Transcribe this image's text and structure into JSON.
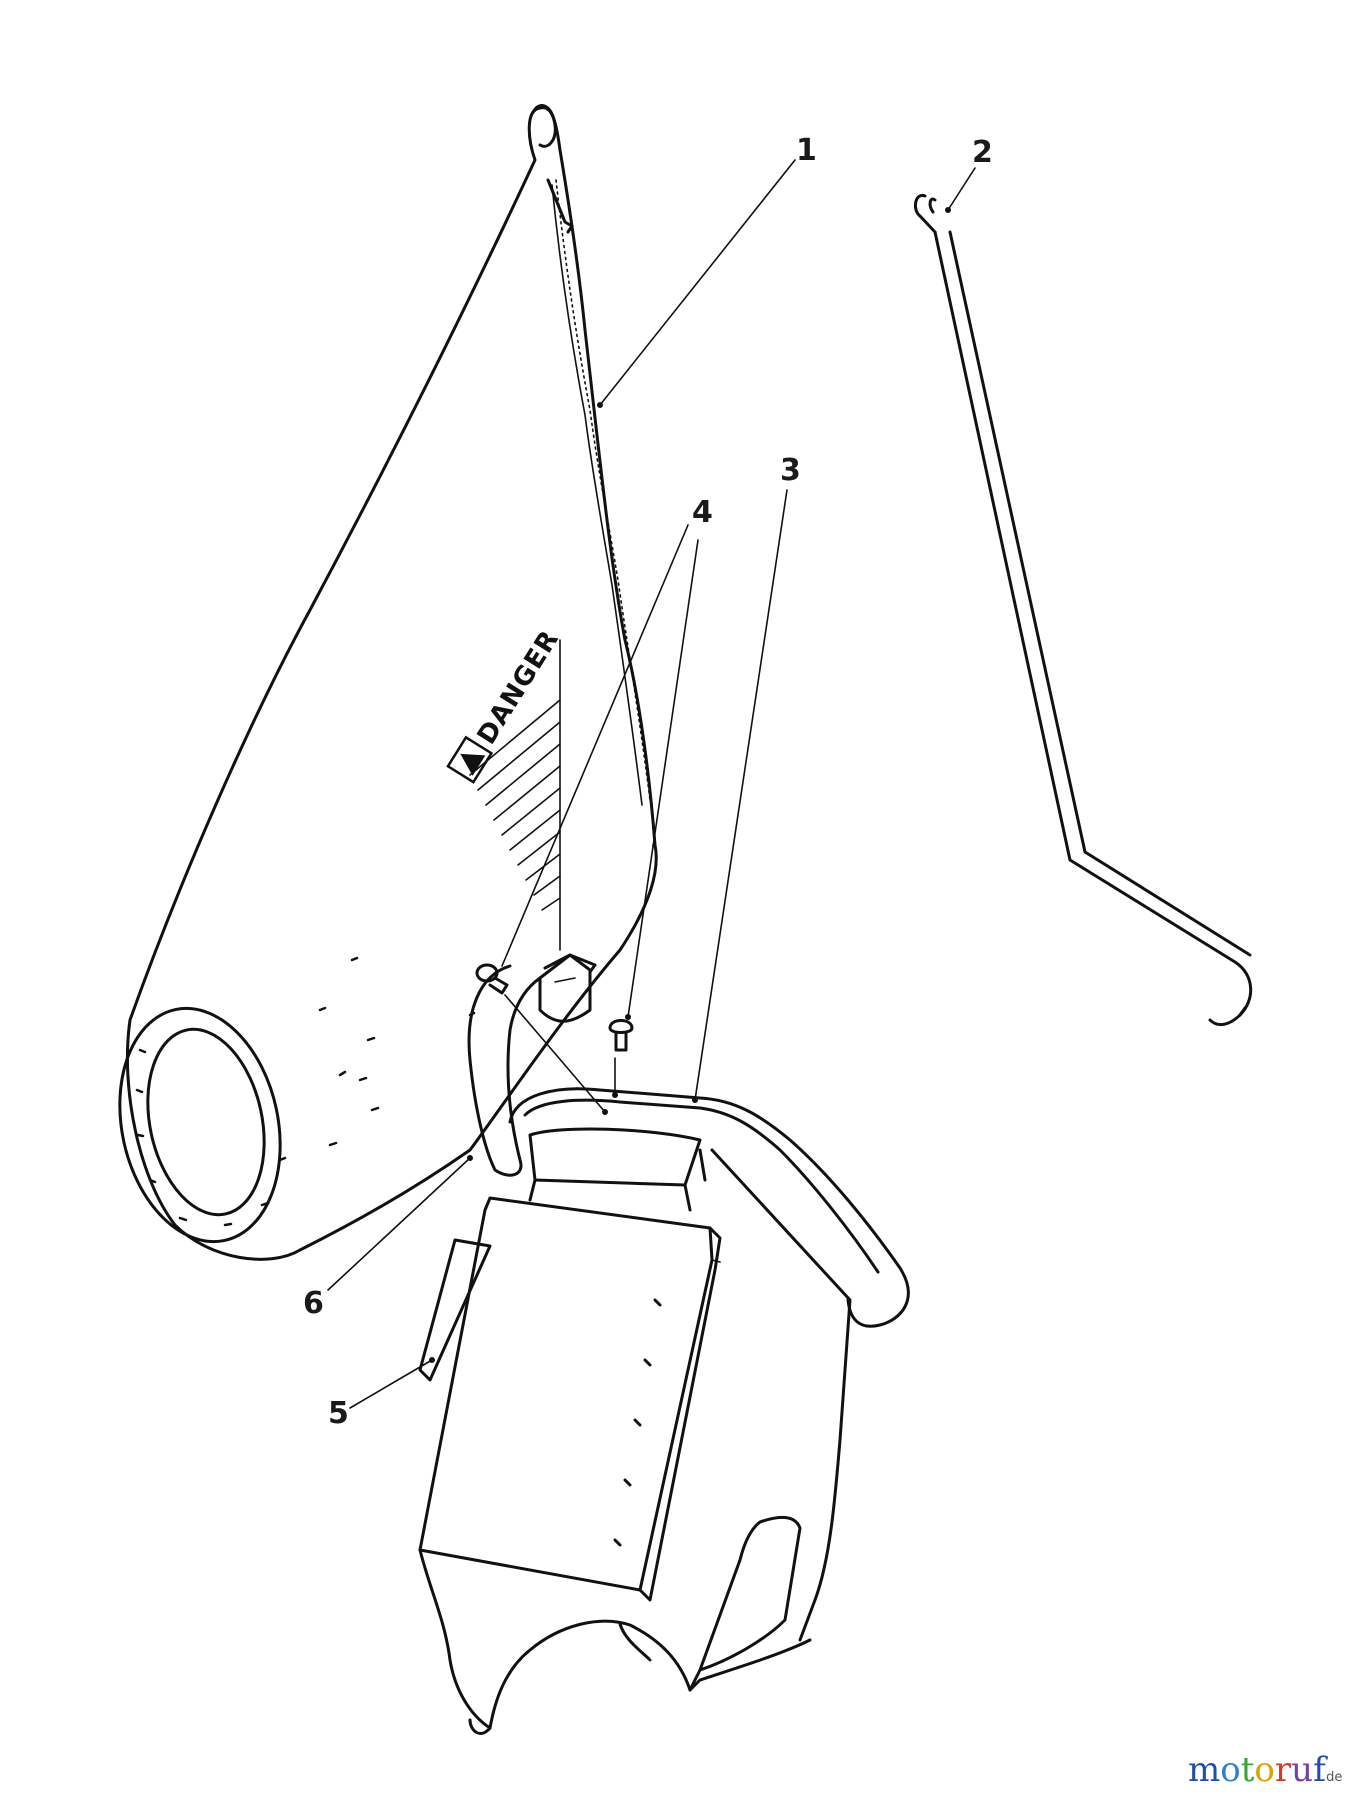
{
  "diagram": {
    "callouts": [
      {
        "id": "1",
        "label": "1"
      },
      {
        "id": "2",
        "label": "2"
      },
      {
        "id": "3",
        "label": "3"
      },
      {
        "id": "4",
        "label": "4"
      },
      {
        "id": "5",
        "label": "5"
      },
      {
        "id": "6",
        "label": "6"
      }
    ],
    "bag_warning_label": "DANGER"
  },
  "watermark": {
    "letters": [
      "m",
      "o",
      "t",
      "o",
      "r",
      "u",
      "f"
    ],
    "suffix": ".de",
    "colors": [
      "#1f4fa8",
      "#2f7fc9",
      "#3aa23a",
      "#d9a400",
      "#d83a2a",
      "#7a3fa0",
      "#1f4fa8"
    ]
  }
}
